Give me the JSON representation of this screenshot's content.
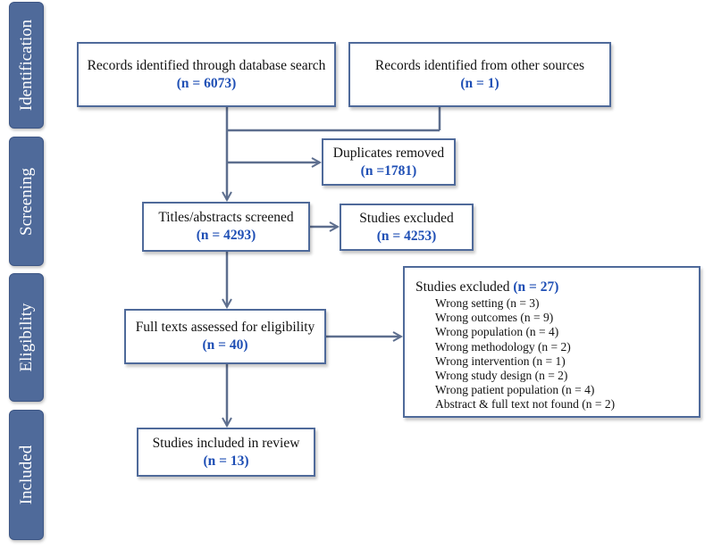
{
  "stages": [
    "Identification",
    "Screening",
    "Eligibility",
    "Included"
  ],
  "boxes": {
    "database_search": {
      "label": "Records identified through database search",
      "n": "(n = 6073)"
    },
    "other_sources": {
      "label": "Records identified from other sources",
      "n": "(n = 1)"
    },
    "duplicates_removed": {
      "label": "Duplicates removed",
      "n": "(n =1781)"
    },
    "titles_screened": {
      "label": "Titles/abstracts screened",
      "n": "(n = 4293)"
    },
    "studies_excluded_screening": {
      "label": "Studies excluded",
      "n": "(n = 4253)"
    },
    "full_texts": {
      "label": "Full texts assessed for eligibility",
      "n": "(n = 40)"
    },
    "included": {
      "label": "Studies included in review",
      "n": "(n = 13)"
    },
    "excluded_full_text": {
      "label": "Studies excluded",
      "n": "(n = 27)",
      "reasons": [
        "Wrong setting (n = 3)",
        "Wrong outcomes (n = 9)",
        "Wrong population (n = 4)",
        "Wrong methodology (n = 2)",
        "Wrong intervention (n = 1)",
        "Wrong study design (n = 2)",
        "Wrong patient population (n = 4)",
        "Abstract & full text not found (n = 2)"
      ]
    }
  },
  "colors": {
    "stage_fill": "#4f6a9a",
    "box_border": "#4f6a9a",
    "count_text": "#1f4fb5",
    "arrow": "#5d6e8e"
  }
}
